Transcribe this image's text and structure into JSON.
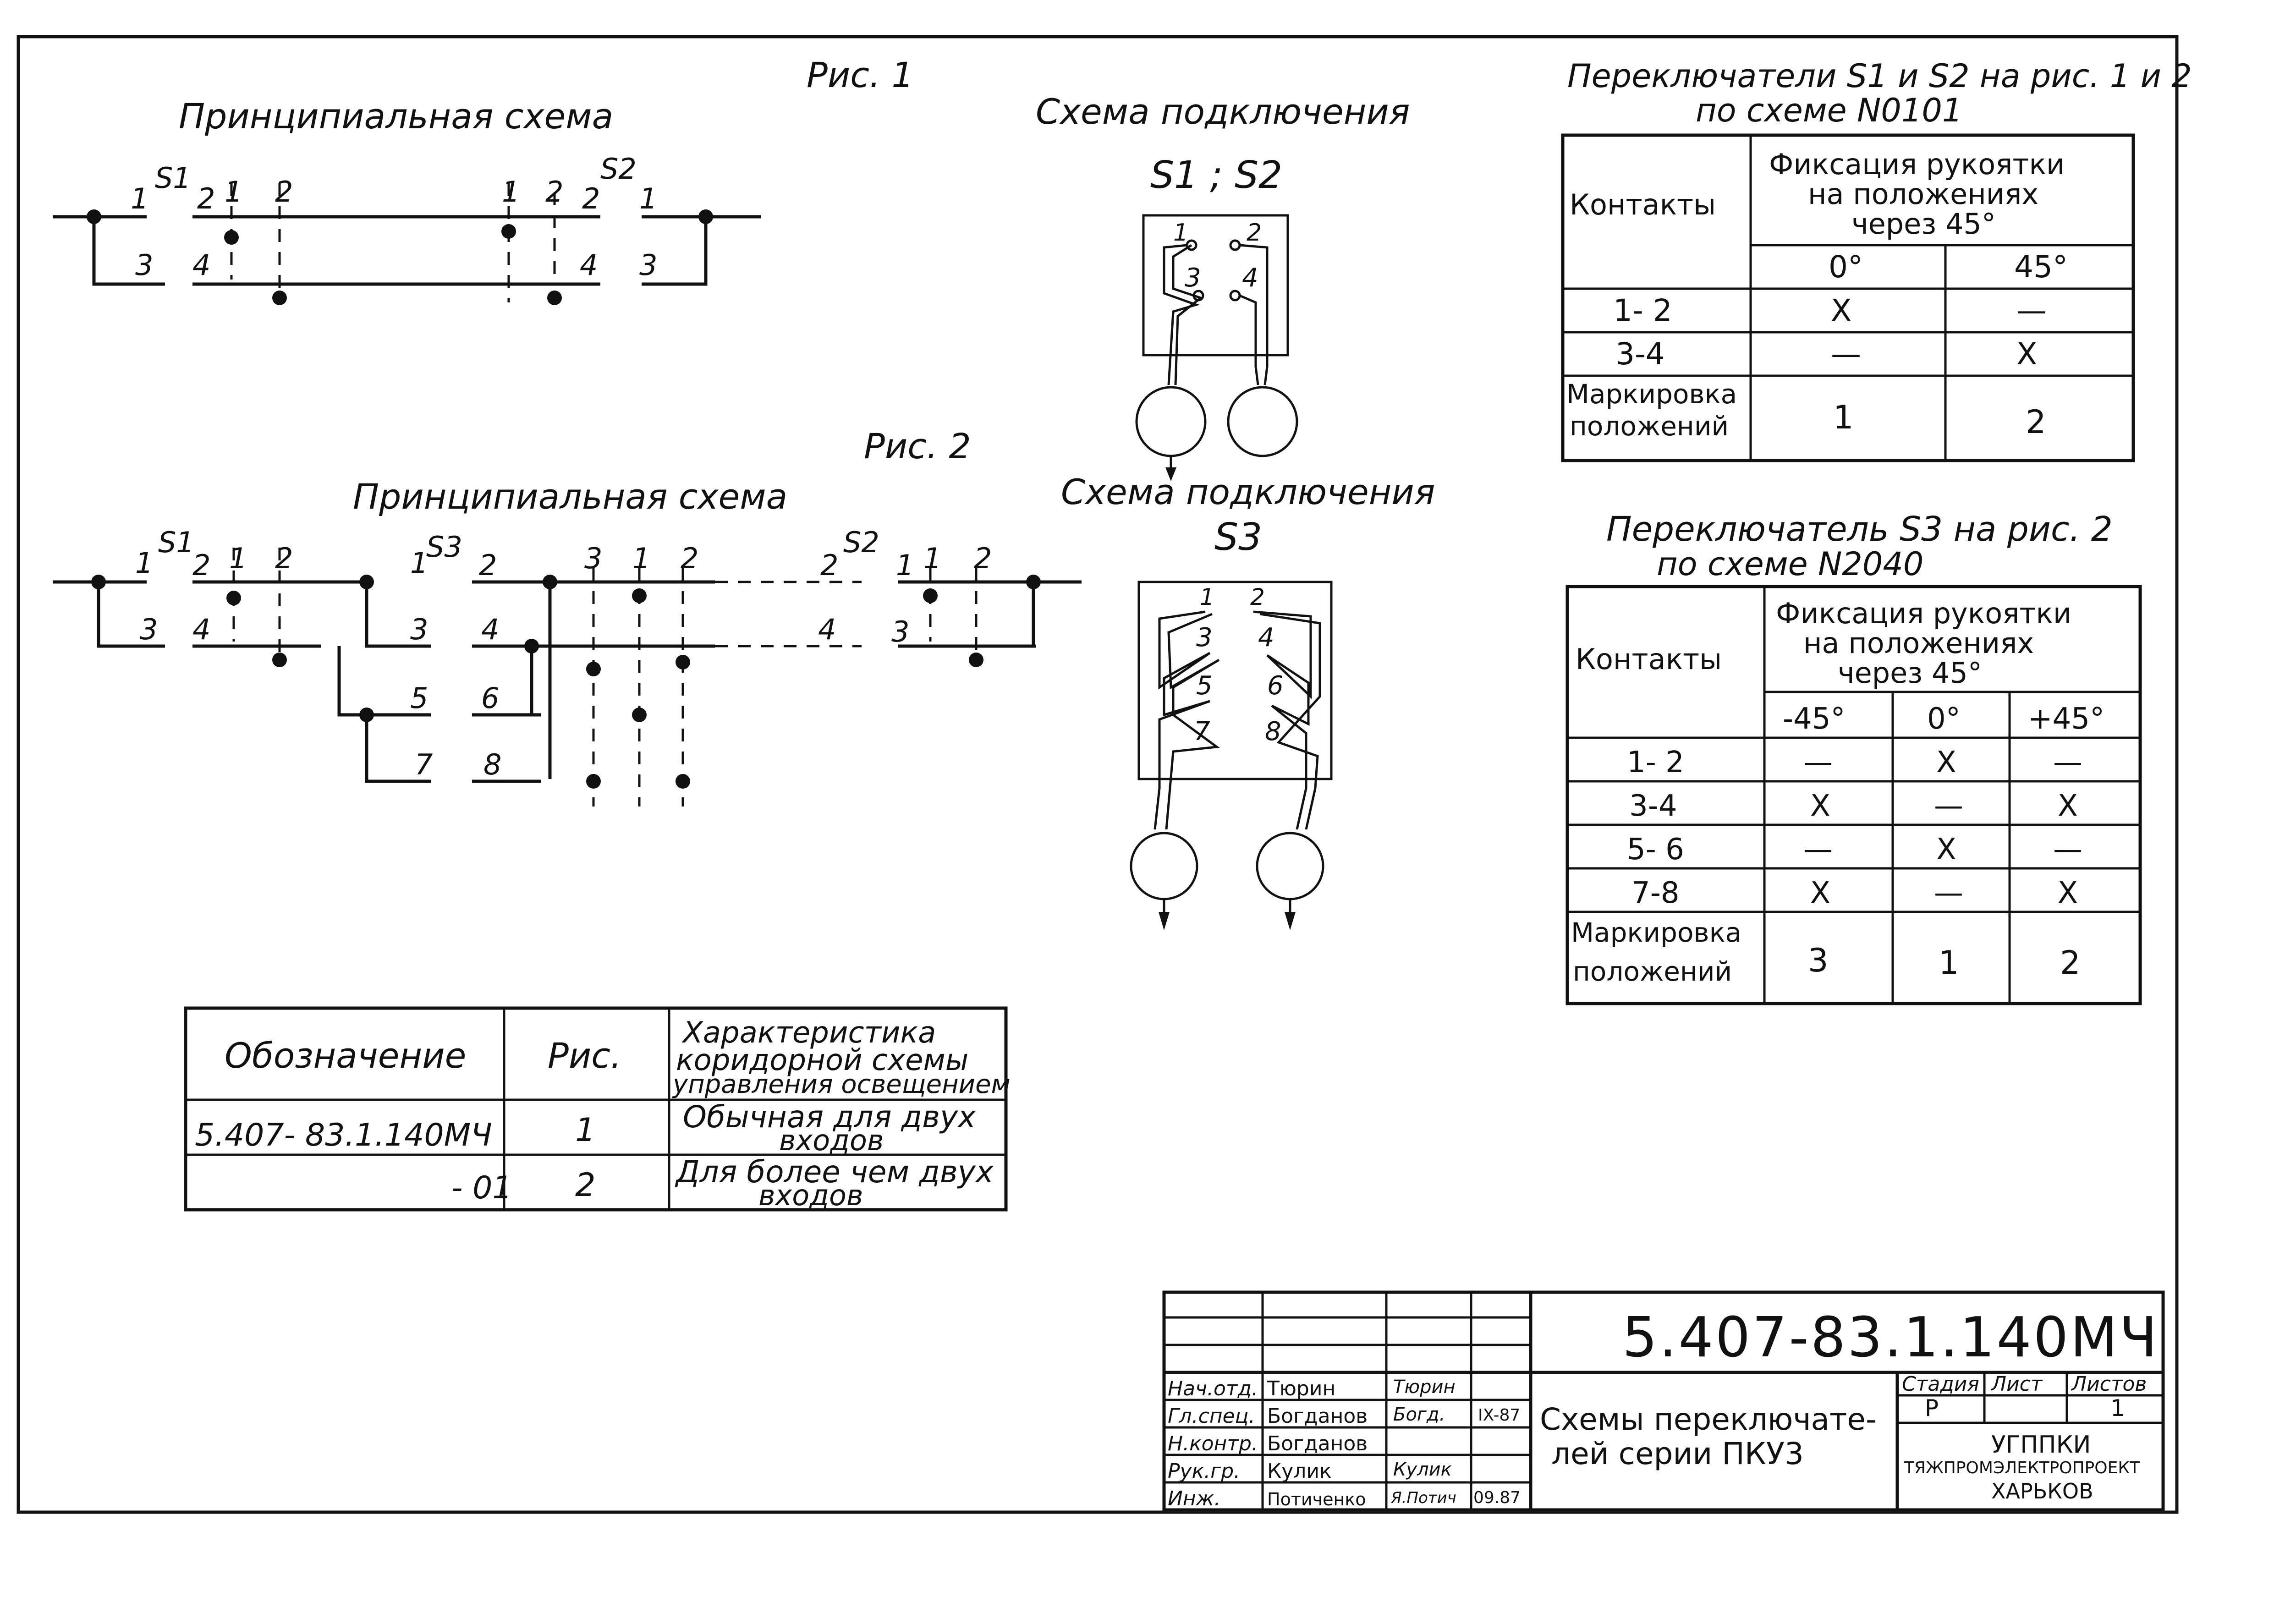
{
  "fig1": {
    "caption": "Рис. 1",
    "schematic_title": "Принципиальная схема",
    "connection_title": "Схема подключения",
    "connection_subtitle": "S1 ; S2",
    "labels": {
      "s1": "S1",
      "s2": "S2",
      "n1": "1",
      "n2": "2",
      "n3": "3",
      "n4": "4"
    }
  },
  "fig2": {
    "caption": "Рис. 2",
    "schematic_title": "Принципиальная схема",
    "connection_title": "Схема подключения",
    "connection_subtitle": "S3",
    "labels": {
      "s1": "S1",
      "s2": "S2",
      "s3": "S3",
      "n1": "1",
      "n2": "2",
      "n3": "3",
      "n4": "4",
      "n5": "5",
      "n6": "6",
      "n7": "7",
      "n8": "8"
    }
  },
  "table1": {
    "title_line1": "Переключатели S1 и S2 на рис. 1 и 2",
    "title_line2": "по схеме N0101",
    "col_contacts": "Контакты",
    "col_fix_line1": "Фиксация рукоятки",
    "col_fix_line2": "на положениях",
    "col_fix_line3": "через 45°",
    "positions": [
      "0°",
      "45°"
    ],
    "rows": [
      {
        "contact": "1- 2",
        "values": [
          "X",
          "—"
        ]
      },
      {
        "contact": "3-4",
        "values": [
          "—",
          "X"
        ]
      }
    ],
    "marking_line1": "Маркировка",
    "marking_line2": "положений",
    "marking_values": [
      "1",
      "2"
    ]
  },
  "table2": {
    "title_line1": "Переключатель S3 на рис. 2",
    "title_line2": "по схеме N2040",
    "col_contacts": "Контакты",
    "col_fix_line1": "Фиксация рукоятки",
    "col_fix_line2": "на положениях",
    "col_fix_line3": "через 45°",
    "positions": [
      "-45°",
      "0°",
      "+45°"
    ],
    "rows": [
      {
        "contact": "1- 2",
        "values": [
          "—",
          "X",
          "—"
        ]
      },
      {
        "contact": "3-4",
        "values": [
          "X",
          "—",
          "X"
        ]
      },
      {
        "contact": "5- 6",
        "values": [
          "—",
          "X",
          "—"
        ]
      },
      {
        "contact": "7-8",
        "values": [
          "X",
          "—",
          "X"
        ]
      }
    ],
    "marking_line1": "Маркировка",
    "marking_line2": "положений",
    "marking_values": [
      "3",
      "1",
      "2"
    ]
  },
  "table3": {
    "header_designation": "Обозначение",
    "header_fig": "Рис.",
    "header_char_line1": "Характеристика",
    "header_char_line2": "коридорной схемы",
    "header_char_line3": "управления освещением",
    "rows": [
      {
        "designation": "5.407- 83.1.140МЧ",
        "fig": "1",
        "char_line1": "Обычная для двух",
        "char_line2": "входов"
      },
      {
        "designation": "- 01",
        "fig": "2",
        "char_line1": "Для более чем двух",
        "char_line2": "входов"
      }
    ]
  },
  "title_block": {
    "code": "5.407-83.1.140МЧ",
    "description_line1": "Схемы переключате-",
    "description_line2": "лей серии ПКУ3",
    "stage_header": "Стадия",
    "sheet_header": "Лист",
    "sheets_header": "Листов",
    "stage": "Р",
    "sheets": "1",
    "org_line1": "УГППКИ",
    "org_line2": "ТЯЖПРОМЭЛЕКТРОПРОЕКТ",
    "org_line3": "ХАРЬКОВ",
    "date": "IX-87",
    "signature_date": "09.87",
    "people": [
      {
        "role": "Нач.отд.",
        "name": "Тюрин",
        "sig": "Тюрин"
      },
      {
        "role": "Гл.спец.",
        "name": "Богданов",
        "sig": "Богд."
      },
      {
        "role": "Н.контр.",
        "name": "Богданов",
        "sig": ""
      },
      {
        "role": "Рук.гр.",
        "name": "Кулик",
        "sig": "Кулик"
      },
      {
        "role": "Инж.",
        "name": "Потиченко",
        "sig": "Я.Потич"
      }
    ]
  }
}
